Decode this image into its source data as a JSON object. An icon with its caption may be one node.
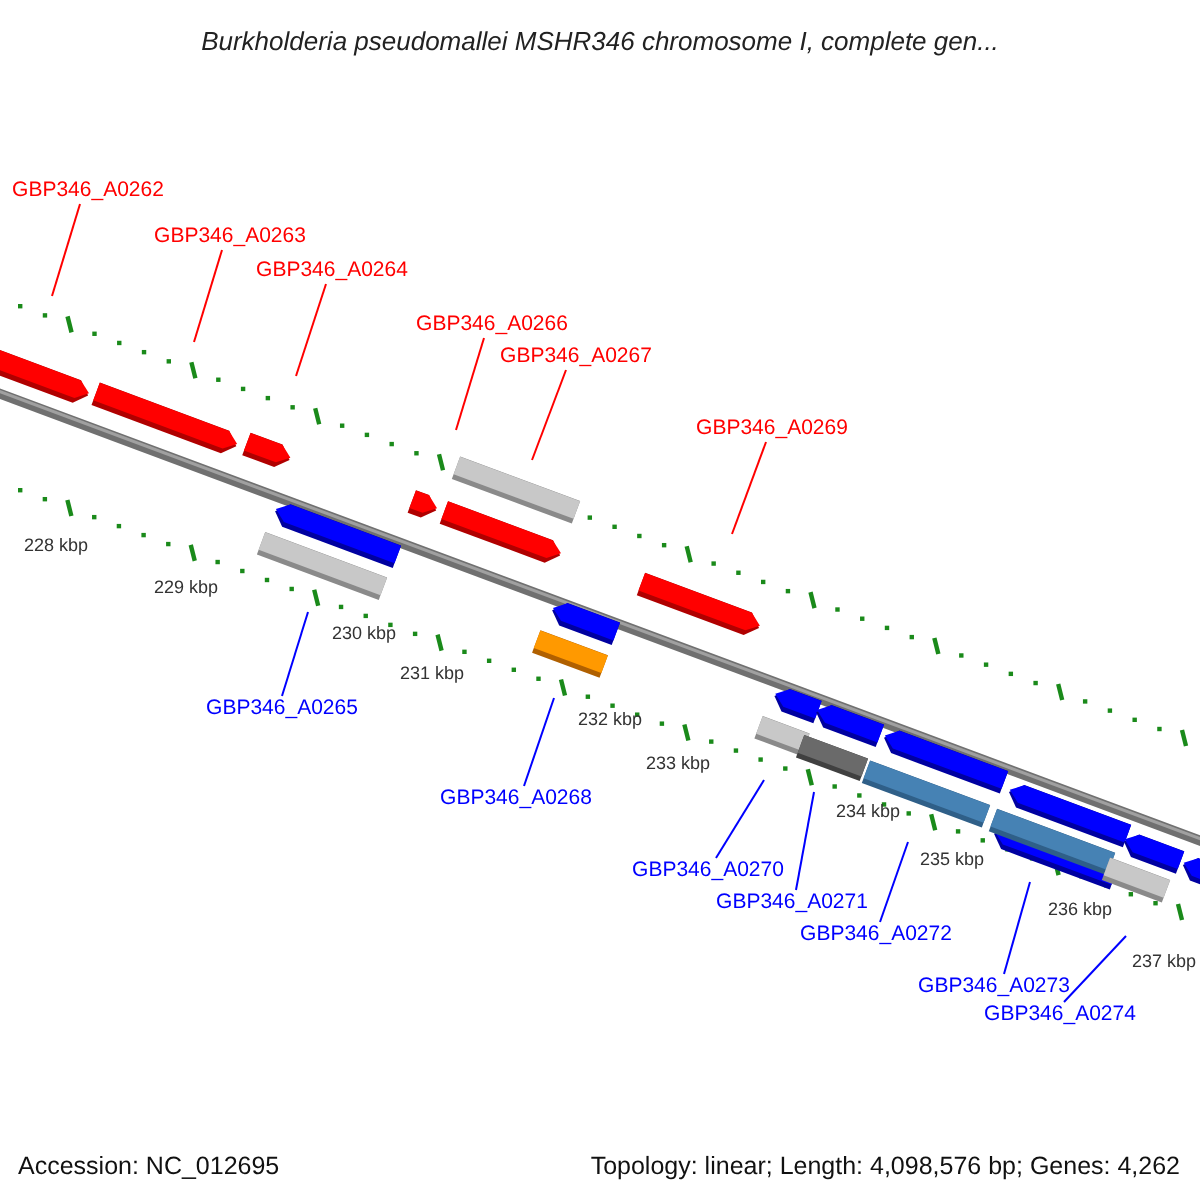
{
  "diagram": {
    "title": "Burkholderia pseudomallei MSHR346 chromosome I, complete gen...",
    "nodes": [
      {
        "text": [
          "GBP346_A0262"
        ]
      },
      {
        "text": [
          "GBP346_A0263"
        ]
      },
      {
        "text": [
          "GBP346_A0264"
        ]
      },
      {
        "text": [
          "GBP346_A0266"
        ]
      },
      {
        "text": [
          "GBP346_A0267"
        ]
      },
      {
        "text": [
          "GBP346_A0269"
        ]
      },
      {
        "text": [
          "GBP346_A0265"
        ]
      },
      {
        "text": [
          "GBP346_A0268"
        ]
      },
      {
        "text": [
          "GBP346_A0270"
        ]
      },
      {
        "text": [
          "GBP346_A0271"
        ]
      },
      {
        "text": [
          "GBP346_A0272"
        ]
      },
      {
        "text": [
          "GBP346_A0273"
        ]
      },
      {
        "text": [
          "GBP346_A0274"
        ]
      }
    ],
    "edges": [
      {
        "from": 0,
        "to": null,
        "arrow": "none",
        "color": "#ff0000"
      },
      {
        "from": 1,
        "to": null,
        "arrow": "none",
        "color": "#ff0000"
      },
      {
        "from": 2,
        "to": null,
        "arrow": "none",
        "color": "#ff0000"
      },
      {
        "from": 3,
        "to": null,
        "arrow": "none",
        "color": "#ff0000"
      },
      {
        "from": 4,
        "to": null,
        "arrow": "none",
        "color": "#ff0000"
      },
      {
        "from": 5,
        "to": null,
        "arrow": "none",
        "color": "#ff0000"
      },
      {
        "from": 6,
        "to": null,
        "arrow": "none"
      },
      {
        "from": 7,
        "to": null,
        "arrow": "none"
      },
      {
        "from": 8,
        "to": null,
        "arrow": "none"
      },
      {
        "from": 9,
        "to": null,
        "arrow": "none"
      },
      {
        "from": 10,
        "to": null,
        "arrow": "none"
      },
      {
        "from": 11,
        "to": null,
        "arrow": "none"
      },
      {
        "from": 12,
        "to": null,
        "arrow": "none"
      }
    ],
    "labels": [
      "228 kbp",
      "229 kbp",
      "230 kbp",
      "231 kbp",
      "232 kbp",
      "233 kbp",
      "234 kbp",
      "235 kbp",
      "236 kbp",
      "237 kbp",
      "Accession: NC_012695",
      "Topology: linear; Length: 4,098,576 bp; Genes: 4,262"
    ]
  }
}
